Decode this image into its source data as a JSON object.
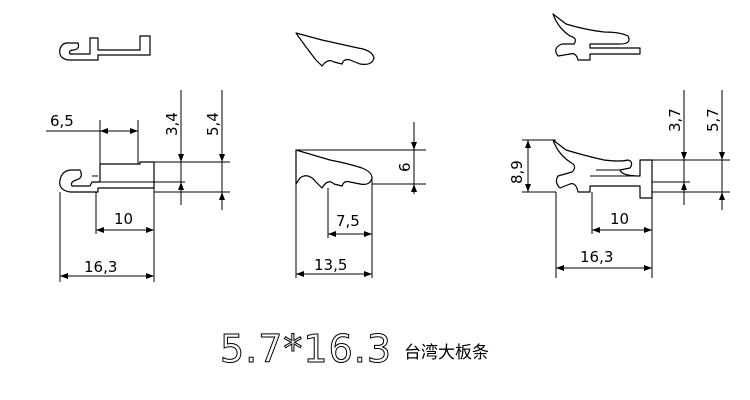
{
  "figures": [
    {
      "id": "left-profile",
      "dimensions": {
        "top_width": "6,5",
        "height_small": "3,4",
        "height_large": "5,4",
        "inner_width": "10",
        "total_width": "16,3"
      }
    },
    {
      "id": "middle-profile",
      "dimensions": {
        "height": "6",
        "lip_width": "7,5",
        "total_width": "13,5"
      }
    },
    {
      "id": "right-profile",
      "dimensions": {
        "overall_height": "8,9",
        "height_small": "3,7",
        "height_large": "5,7",
        "inner_width": "10",
        "total_width": "16,3"
      }
    }
  ],
  "caption": {
    "size": "5.7*16.3",
    "name": "台湾大板条"
  }
}
